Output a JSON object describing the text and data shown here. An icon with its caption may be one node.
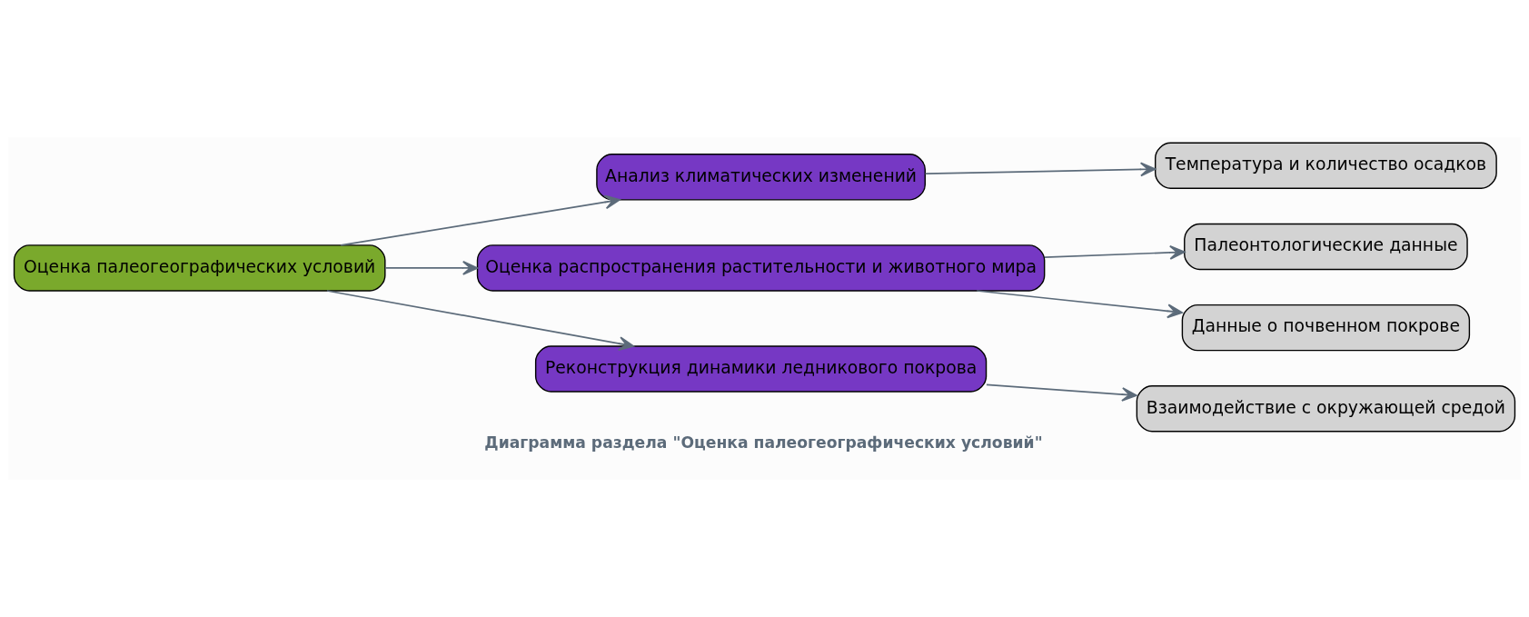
{
  "diagram": {
    "caption": "Диаграмма раздела \"Оценка палеогеографических условий\"",
    "nodes": [
      {
        "text": [
          "Оценка палеогеографических условий"
        ]
      },
      {
        "text": [
          "Анализ климатических изменений"
        ]
      },
      {
        "text": [
          "Оценка распространения растительности и животного мира"
        ]
      },
      {
        "text": [
          "Реконструкция динамики ледникового покрова"
        ]
      },
      {
        "text": [
          "Температура и количество осадков"
        ]
      },
      {
        "text": [
          "Палеонтологические данные"
        ]
      },
      {
        "text": [
          "Данные о почвенном покрове"
        ]
      },
      {
        "text": [
          "Взаимодействие с окружающей средой"
        ]
      }
    ],
    "edges": [
      {
        "from": 0,
        "to": 1,
        "arrow": "to"
      },
      {
        "from": 0,
        "to": 2,
        "arrow": "to"
      },
      {
        "from": 0,
        "to": 3,
        "arrow": "to"
      },
      {
        "from": 1,
        "to": 4,
        "arrow": "to"
      },
      {
        "from": 2,
        "to": 5,
        "arrow": "to"
      },
      {
        "from": 2,
        "to": 6,
        "arrow": "to"
      },
      {
        "from": 3,
        "to": 7,
        "arrow": "to"
      }
    ]
  }
}
